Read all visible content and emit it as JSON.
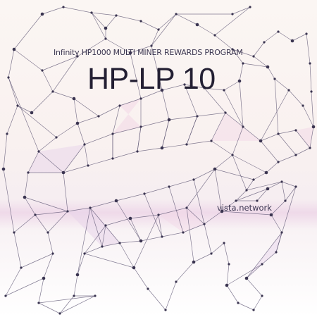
{
  "poster": {
    "subtitle": "Infinity HP1000 MULTI MINER REWARDS PROGRAM",
    "title": "HP-LP 10",
    "domain": "vista.network"
  },
  "colors": {
    "background": "#fbf6f3",
    "line": "#5a5170",
    "node": "#3a3450",
    "fill_pink": "#f2d7e6",
    "fill_lavender": "#e7d3ea",
    "text": "#231f33"
  },
  "icons": [
    "polygon-horse-illustration"
  ]
}
